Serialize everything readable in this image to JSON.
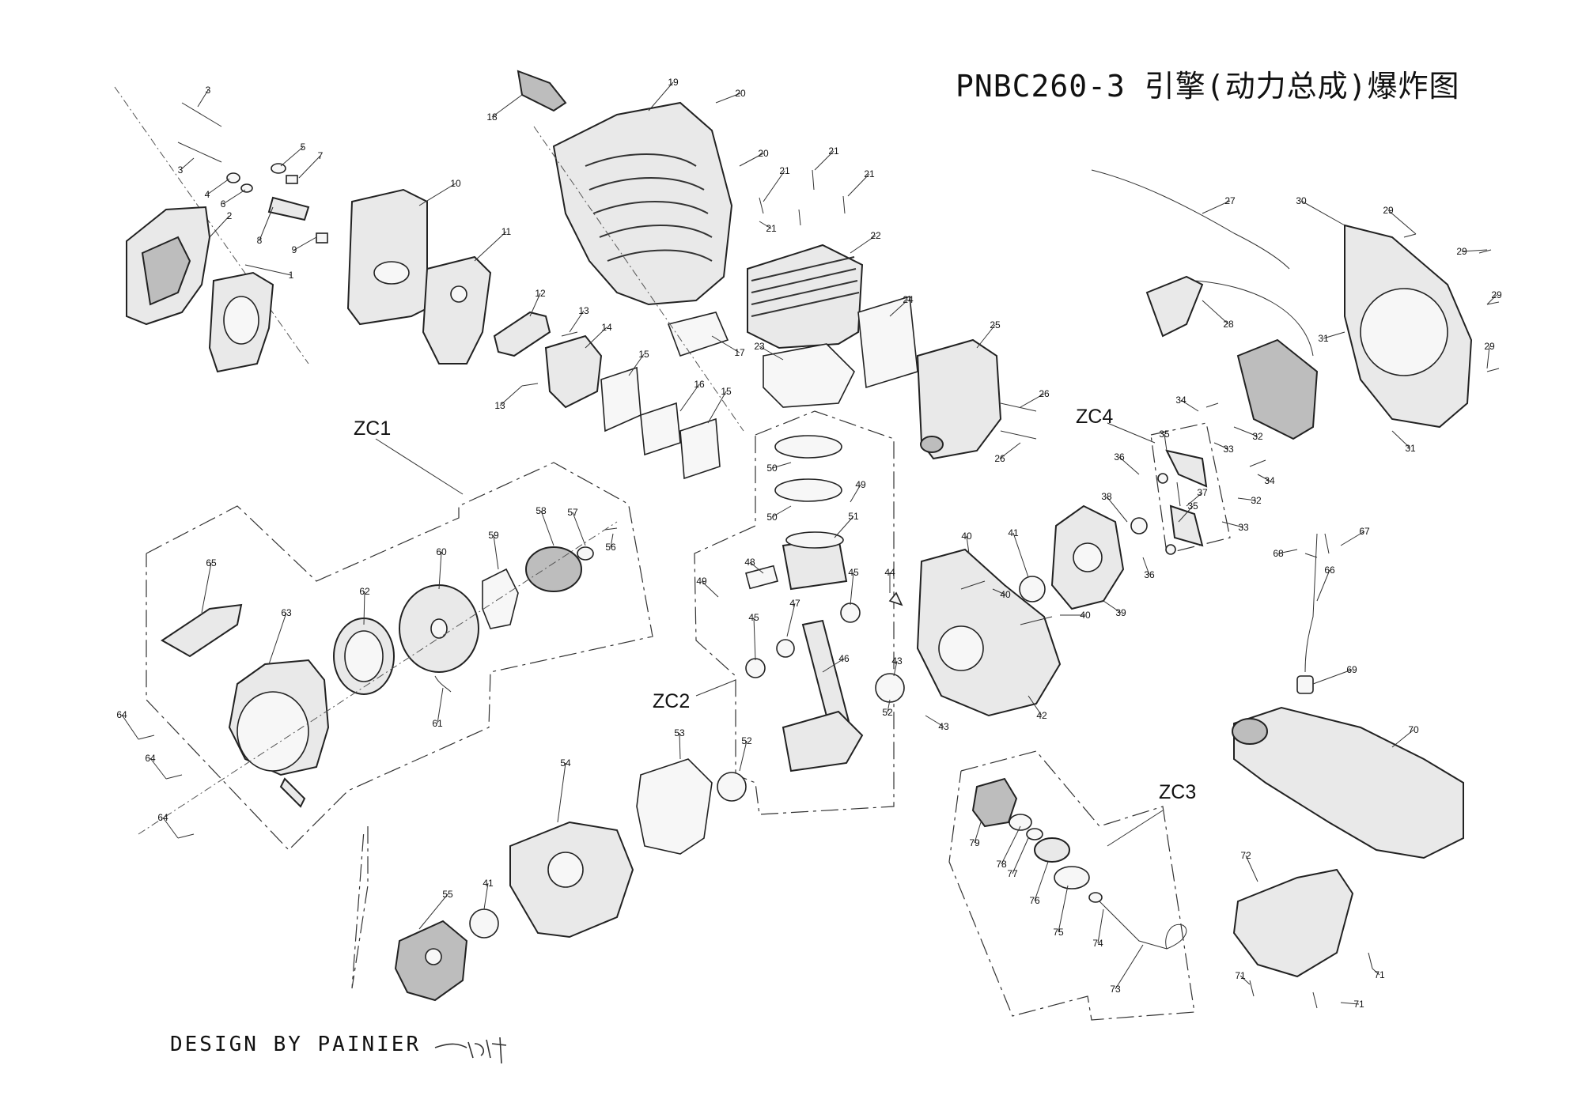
{
  "title": "PNBC260-3 引擎(动力总成)爆炸图",
  "footer": {
    "credit": "DESIGN  BY  PAINIER"
  },
  "groups": [
    {
      "id": "zc1",
      "label": "ZC1"
    },
    {
      "id": "zc2",
      "label": "ZC2"
    },
    {
      "id": "zc3",
      "label": "ZC3"
    },
    {
      "id": "zc4",
      "label": "ZC4"
    }
  ],
  "callouts": [
    "1",
    "2",
    "3",
    "4",
    "5",
    "6",
    "7",
    "8",
    "9",
    "10",
    "11",
    "12",
    "13",
    "14",
    "15",
    "16",
    "17",
    "18",
    "19",
    "20",
    "21",
    "22",
    "23",
    "24",
    "25",
    "26",
    "27",
    "28",
    "29",
    "30",
    "31",
    "32",
    "33",
    "34",
    "35",
    "36",
    "37",
    "38",
    "39",
    "40",
    "41",
    "42",
    "43",
    "44",
    "45",
    "46",
    "47",
    "48",
    "49",
    "50",
    "51",
    "52",
    "53",
    "54",
    "55",
    "56",
    "57",
    "58",
    "59",
    "60",
    "61",
    "62",
    "63",
    "64",
    "65",
    "66",
    "67",
    "68",
    "69",
    "70",
    "71",
    "72",
    "73",
    "74",
    "75",
    "76",
    "77",
    "78",
    "79"
  ]
}
